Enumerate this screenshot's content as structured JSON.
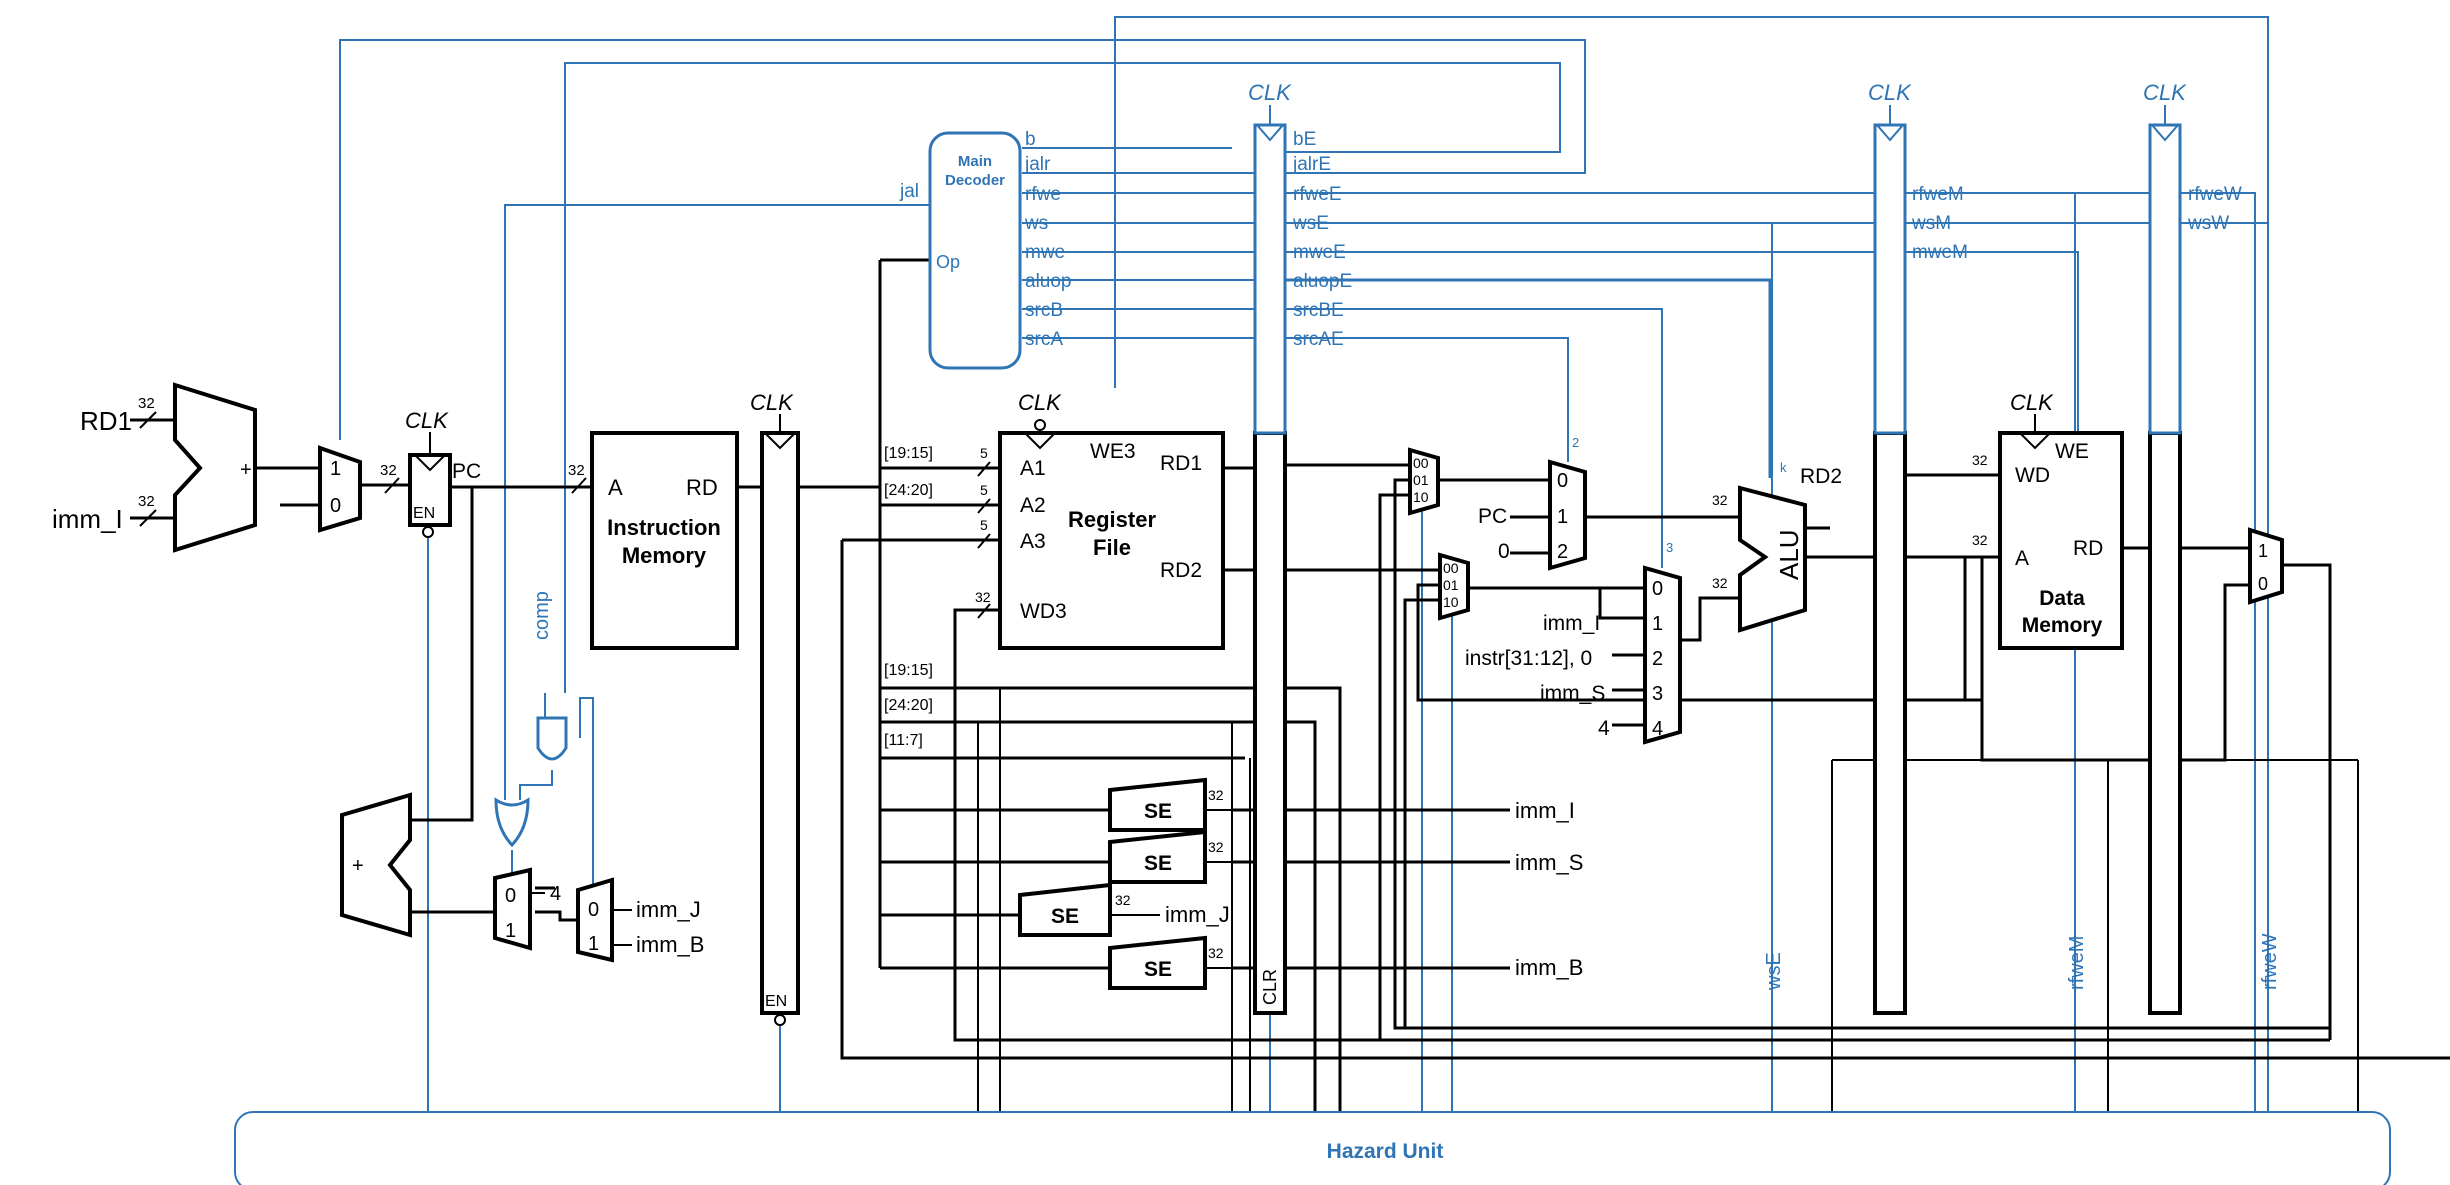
{
  "inputs": {
    "rd1": "RD1",
    "imm_i": "imm_I",
    "w32": "32"
  },
  "clk": "CLK",
  "pc_label": "PC",
  "en": "EN",
  "clr": "CLR",
  "pc_mux": {
    "in1": "1",
    "in0": "0"
  },
  "imem": {
    "line1": "Instruction",
    "line2": "Memory",
    "a": "A",
    "rd": "RD"
  },
  "decoder": {
    "line1": "Main",
    "line2": "Decoder",
    "op": "Op",
    "jal": "jal",
    "outputs": [
      "b",
      "jalr",
      "rfwe",
      "ws",
      "mwe",
      "aluop",
      "srcB",
      "srcA"
    ]
  },
  "e_signals": [
    "bE",
    "jalrE",
    "rfweE",
    "wsE",
    "mweE",
    "aluopE",
    "srcBE",
    "srcAE"
  ],
  "m_signals": [
    "rfweM",
    "wsM",
    "mweM"
  ],
  "w_signals": [
    "rfweW",
    "wsW"
  ],
  "regfile": {
    "line1": "Register",
    "line2": "File",
    "a1": "A1",
    "a2": "A2",
    "a3": "A3",
    "wd3": "WD3",
    "we3": "WE3",
    "rd1": "RD1",
    "rd2": "RD2",
    "w5": "5"
  },
  "fields": [
    "[19:15]",
    "[24:20]",
    "[19:15]",
    "[24:20]",
    "[11:7]"
  ],
  "se": {
    "label": "SE",
    "outputs": [
      "imm_I",
      "imm_S",
      "imm_J",
      "imm_B"
    ]
  },
  "comp": "comp",
  "pc_add_mux": {
    "in0": "0",
    "in1": "1",
    "four": "4"
  },
  "jb_mux": {
    "in0": "0",
    "in1": "1",
    "imm_j": "imm_J",
    "imm_b": "imm_B"
  },
  "fwd_mux": [
    "00",
    "01",
    "10"
  ],
  "srca_mux": {
    "in": [
      "0",
      "1",
      "2"
    ],
    "pc": "PC",
    "zero": "0",
    "sel_w": "2"
  },
  "srcb_mux": {
    "in": [
      "0",
      "1",
      "2",
      "3",
      "4"
    ],
    "labels": [
      "imm_I",
      "instr[31:12], 0",
      "imm_S",
      "4"
    ],
    "sel_w": "3"
  },
  "alu": {
    "label": "ALU",
    "ctrl_w": "k"
  },
  "mem_stage": {
    "rd2": "RD2"
  },
  "dmem": {
    "line1": "Data",
    "line2": "Memory",
    "wd": "WD",
    "a": "A",
    "rd": "RD",
    "we": "WE"
  },
  "wb_mux": {
    "in1": "1",
    "in0": "0"
  },
  "hazard_labels": [
    "wsE",
    "rfweM",
    "rfweW"
  ],
  "hazard_unit": "Hazard Unit"
}
